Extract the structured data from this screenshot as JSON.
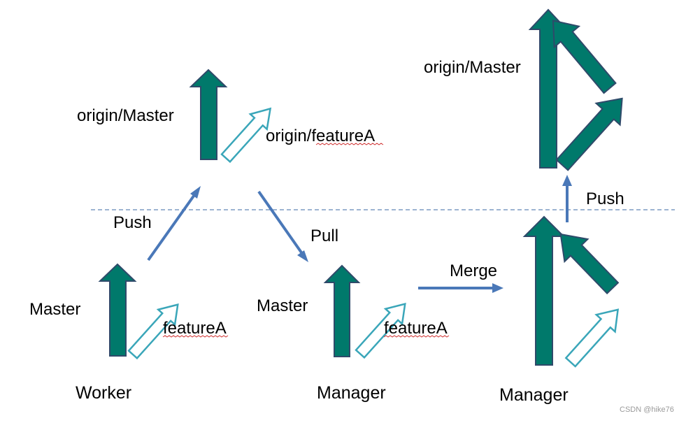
{
  "colors": {
    "master_fill": "#00796b",
    "master_stroke": "#2f4a6a",
    "feature_fill": "#ffffff",
    "feature_stroke": "#3aa6b9",
    "flow_arrow": "#4a78b8",
    "divider": "#3b6aa6",
    "background": "#ffffff"
  },
  "labels": {
    "origin_master_top": "origin/Master",
    "origin_feature_top": "origin/featureA",
    "origin_master_right": "origin/Master",
    "push_left": "Push",
    "pull": "Pull",
    "merge": "Merge",
    "push_right": "Push",
    "worker_master": "Master",
    "worker_feature": "featureA",
    "manager_master": "Master",
    "manager_feature": "featureA",
    "worker_caption": "Worker",
    "manager_caption": "Manager",
    "manager_caption_right": "Manager",
    "watermark": "CSDN @hike76"
  }
}
